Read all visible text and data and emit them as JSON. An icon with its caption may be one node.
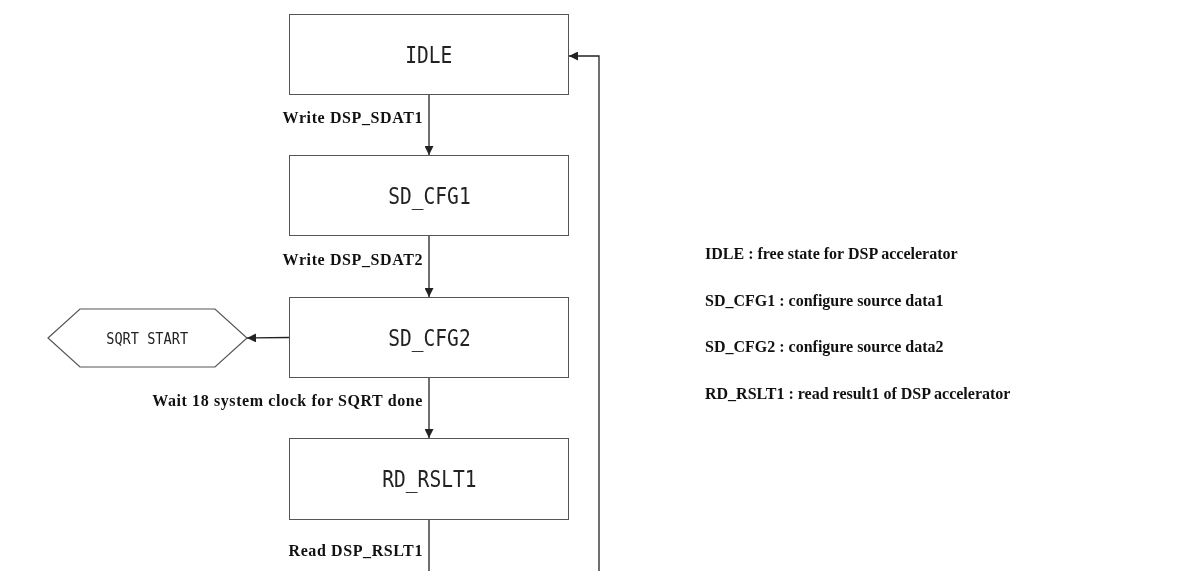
{
  "diagram": {
    "nodes": [
      {
        "text": [
          "IDLE"
        ]
      },
      {
        "text": [
          "SD_CFG1"
        ]
      },
      {
        "text": [
          "SD_CFG2"
        ]
      },
      {
        "text": [
          "RD_RSLT1"
        ]
      },
      {
        "text": [
          "SQRT START"
        ]
      }
    ],
    "edges": [
      {
        "from": 0,
        "to": 1,
        "arrow": "to",
        "label": "Write DSP_SDAT1"
      },
      {
        "from": 1,
        "to": 2,
        "arrow": "to",
        "label": "Write DSP_SDAT2"
      },
      {
        "from": 2,
        "to": 4,
        "arrow": "to"
      },
      {
        "from": 2,
        "to": 3,
        "arrow": "to",
        "label": "Wait 18 system clock for SQRT done"
      },
      {
        "from": 3,
        "to": 0,
        "arrow": "to",
        "label": "Read DSP_RSLT1"
      }
    ],
    "labels": [
      "IDLE : free state for DSP accelerator",
      "SD_CFG1 : configure source data1",
      "SD_CFG2 : configure source data2",
      "RD_RSLT1 : read result1 of DSP accelerator"
    ]
  }
}
